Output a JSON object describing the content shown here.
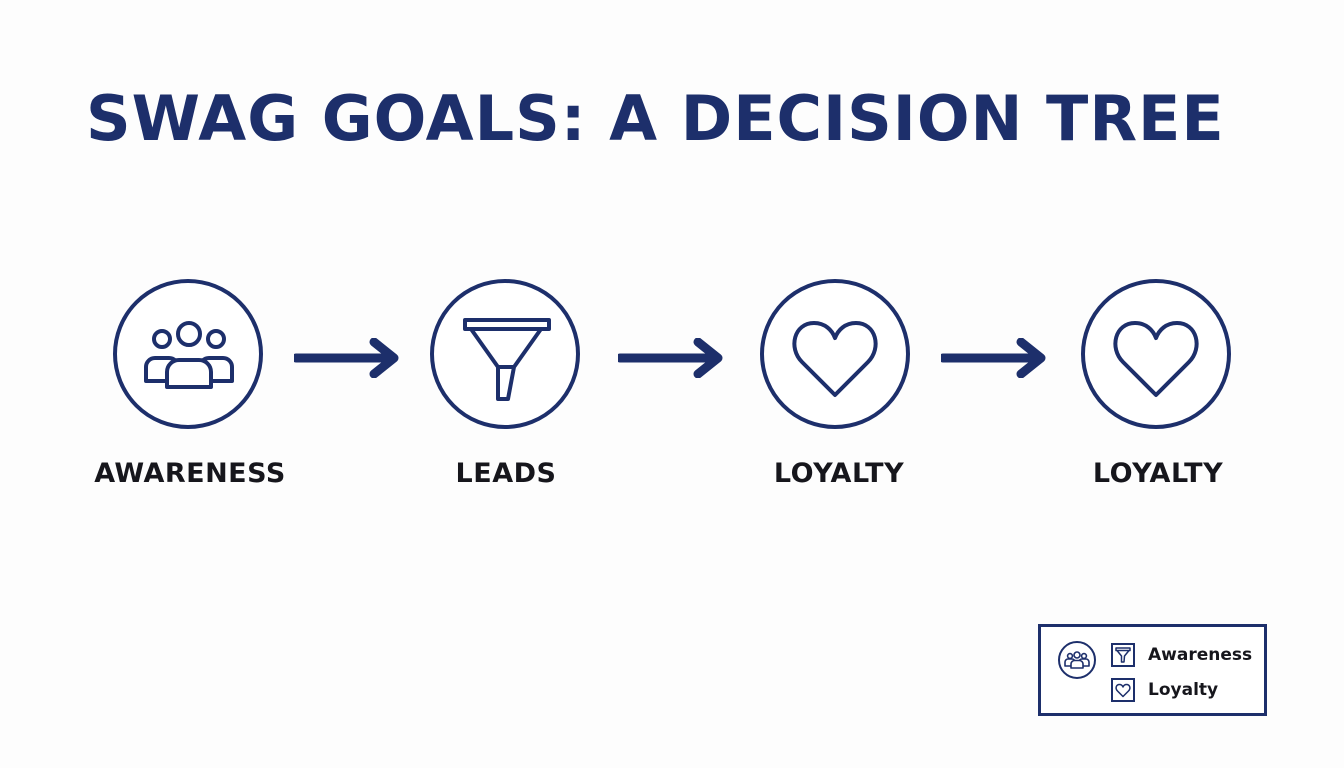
{
  "title": "SWAG GOALS: A DECISION TREE",
  "colors": {
    "accent": "#1d2f6b",
    "text": "#16161c",
    "background": "#fdfdfd"
  },
  "steps": [
    {
      "label": "AWARENESS",
      "icon": "people-group-icon"
    },
    {
      "label": "LEADS",
      "icon": "funnel-icon"
    },
    {
      "label": "LOYALTY",
      "icon": "heart-icon"
    },
    {
      "label": "LOYALTY",
      "icon": "heart-icon"
    }
  ],
  "legend": {
    "icons": [
      "people-group-icon",
      "funnel-icon",
      "heart-icon"
    ],
    "items": [
      {
        "label": "Awareness",
        "icon": "funnel-icon"
      },
      {
        "label": "Loyalty",
        "icon": "heart-icon"
      }
    ]
  }
}
